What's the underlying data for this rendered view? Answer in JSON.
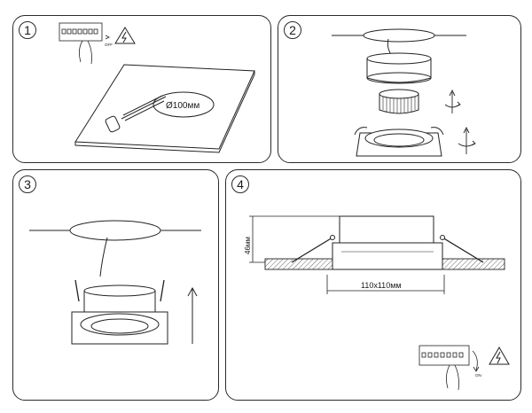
{
  "steps": [
    {
      "number": "1",
      "hole_label": "Ø100мм",
      "switch_label": "OFF"
    },
    {
      "number": "2"
    },
    {
      "number": "3"
    },
    {
      "number": "4",
      "height_label": "46мм",
      "cutout_label": "110х110мм",
      "switch_label": "ON"
    }
  ]
}
